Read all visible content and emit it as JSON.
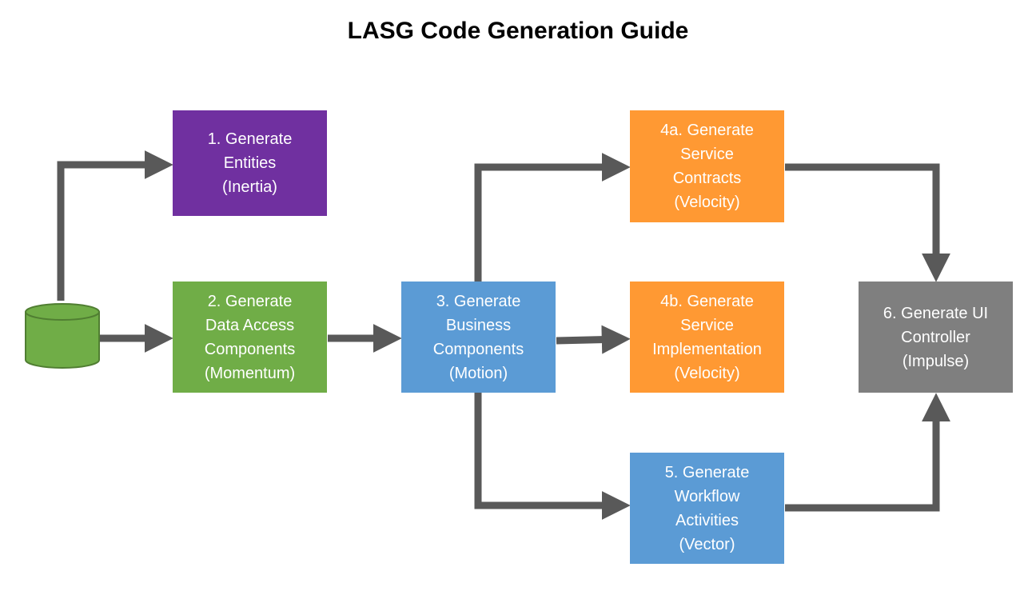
{
  "title": "LASG Code Generation Guide",
  "colors": {
    "arrow": "#595959",
    "purple": "#7030a0",
    "green": "#70ad47",
    "blue": "#5b9bd5",
    "orange": "#ff9933",
    "gray": "#7f7f7f",
    "database_fill": "#70ad47",
    "database_stroke": "#507e32"
  },
  "steps": {
    "entities": {
      "label": "1. Generate\nEntities\n(Inertia)"
    },
    "data_access": {
      "label": "2. Generate\nData Access\nComponents\n(Momentum)"
    },
    "business": {
      "label": "3. Generate\nBusiness\nComponents\n(Motion)"
    },
    "service_contracts": {
      "label": "4a. Generate\nService\nContracts\n(Velocity)"
    },
    "service_implementation": {
      "label": "4b. Generate\nService\nImplementation\n(Velocity)"
    },
    "workflow": {
      "label": "5. Generate\nWorkflow\nActivities\n(Vector)"
    },
    "ui_controller": {
      "label": "6. Generate UI\nController\n(Impulse)"
    }
  },
  "source_icon": "database-icon"
}
